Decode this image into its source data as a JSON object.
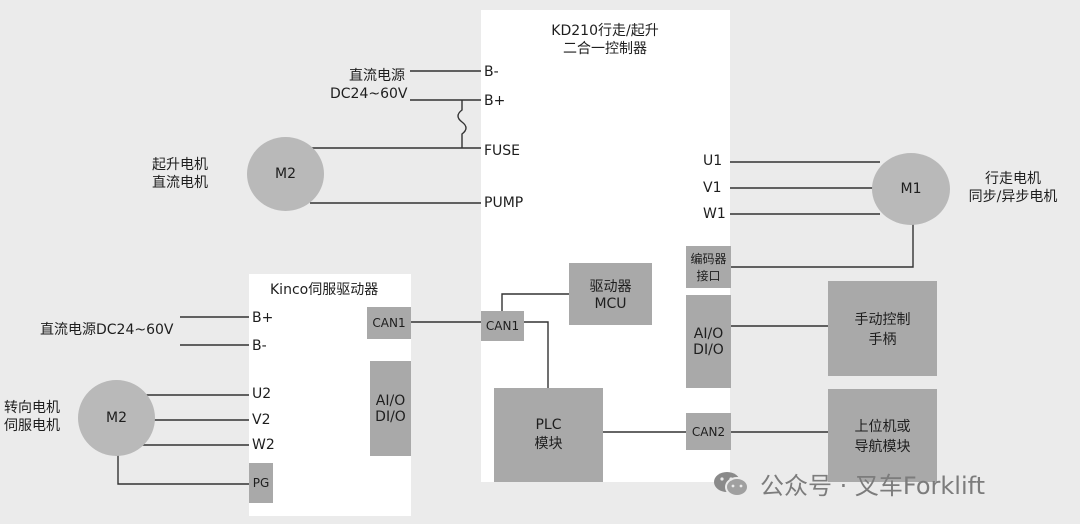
{
  "main_controller": {
    "title_line1": "KD210行走/起升",
    "title_line2": "二合一控制器",
    "pins": {
      "bminus": "B-",
      "bplus": "B+",
      "fuse": "FUSE",
      "pump": "PUMP",
      "u1": "U1",
      "v1": "V1",
      "w1": "W1"
    },
    "encoder": {
      "line1": "编码器",
      "line2": "接口"
    },
    "mcu": {
      "line1": "驱动器",
      "line2": "MCU"
    },
    "can1": "CAN1",
    "aio": {
      "line1": "AI/O",
      "line2": "DI/O"
    },
    "plc": {
      "line1": "PLC",
      "line2": "模块"
    },
    "can2": "CAN2"
  },
  "power_top": {
    "line1": "直流电源",
    "line2": "DC24~60V"
  },
  "lift_motor": {
    "name": "M2",
    "line1": "起升电机",
    "line2": "直流电机"
  },
  "travel_motor": {
    "name": "M1",
    "line1": "行走电机",
    "line2": "同步/异步电机"
  },
  "servo_driver": {
    "title": "Kinco伺服驱动器",
    "pins": {
      "bplus": "B+",
      "bminus": "B-",
      "u2": "U2",
      "v2": "V2",
      "w2": "W2",
      "pg": "PG"
    },
    "can1": "CAN1",
    "aio": {
      "line1": "AI/O",
      "line2": "DI/O"
    }
  },
  "power_left": "直流电源DC24~60V",
  "steer_motor": {
    "name": "M2",
    "line1": "转向电机",
    "line2": "伺服电机"
  },
  "handle": {
    "line1": "手动控制",
    "line2": "手柄"
  },
  "host": {
    "line1": "上位机或",
    "line2": "导航模块"
  },
  "watermark": "公众号 · 叉车Forklift"
}
